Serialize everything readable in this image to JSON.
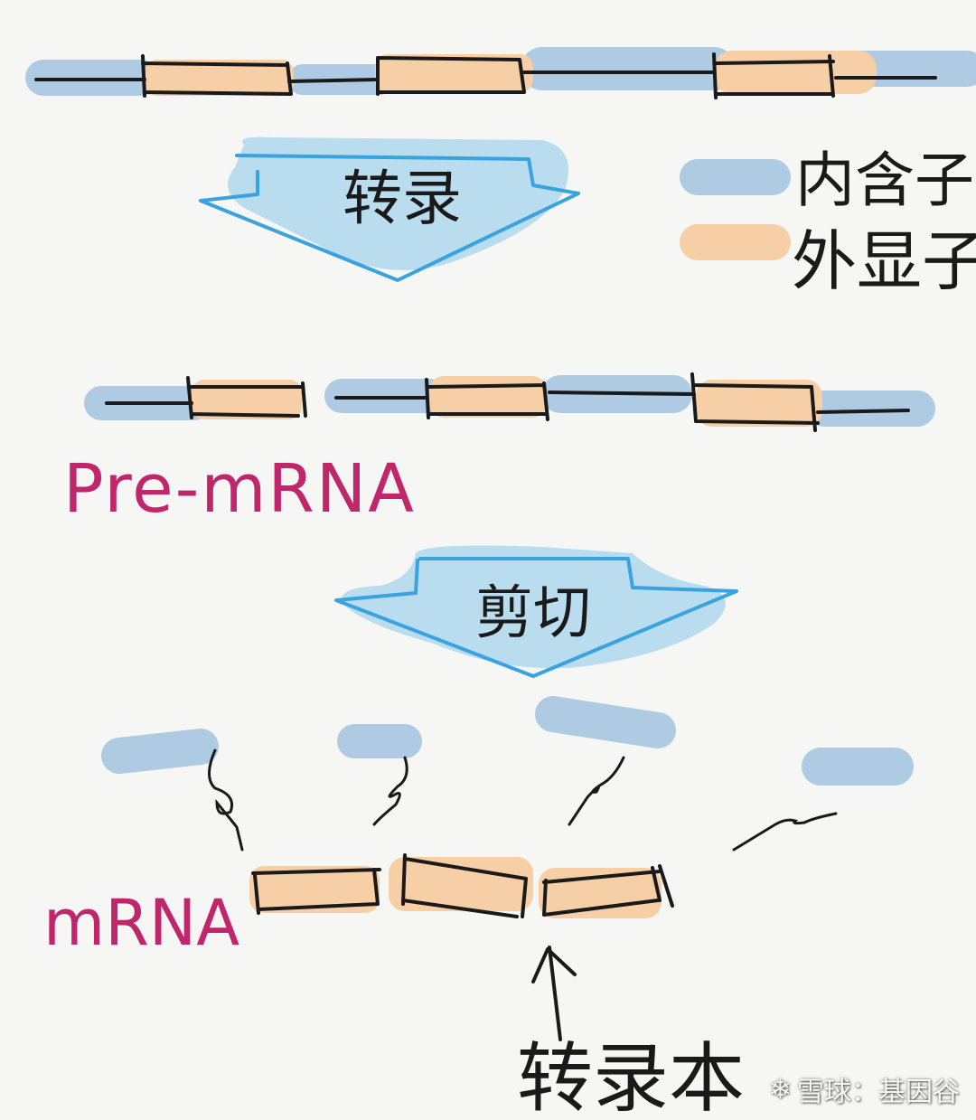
{
  "colors": {
    "intron": "#aecbe3",
    "exon": "#f6cfa6",
    "arrow_fill": "#b9dcef",
    "arrow_stroke": "#3aa3dd",
    "ink": "#1a1a1a",
    "label": "#c0266a"
  },
  "step1_label": "转录",
  "step2_label": "剪切",
  "legend": {
    "intron_label": "内含子",
    "exon_label": "外显子"
  },
  "pre_mrna_label": "Pre-mRNA",
  "mrna_label": "mRNA",
  "transcript_label": "转录本",
  "watermark": {
    "icon": "snowball-logo-icon",
    "text": "雪球：基因谷"
  }
}
